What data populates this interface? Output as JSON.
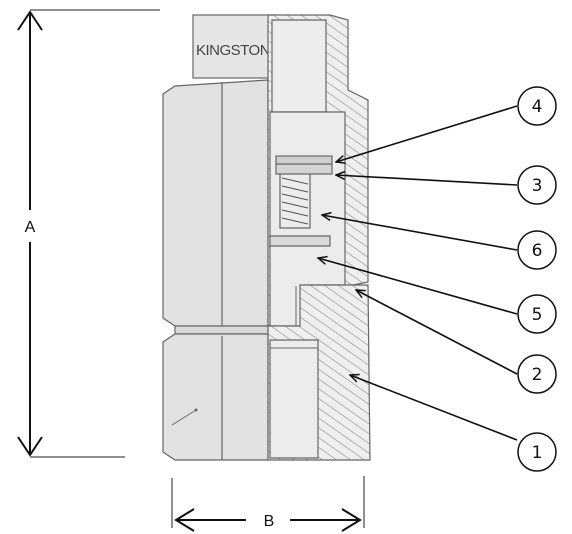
{
  "brand_text": "KINGSTON",
  "dimensions": {
    "a": "A",
    "b": "B"
  },
  "callouts": [
    "4",
    "3",
    "6",
    "5",
    "2",
    "1"
  ],
  "colors": {
    "body_fill": "#e3e3e3",
    "section_fill": "#eeeeee",
    "outline": "#666666",
    "hatch": "#8a8a8a",
    "ink": "#111111"
  }
}
